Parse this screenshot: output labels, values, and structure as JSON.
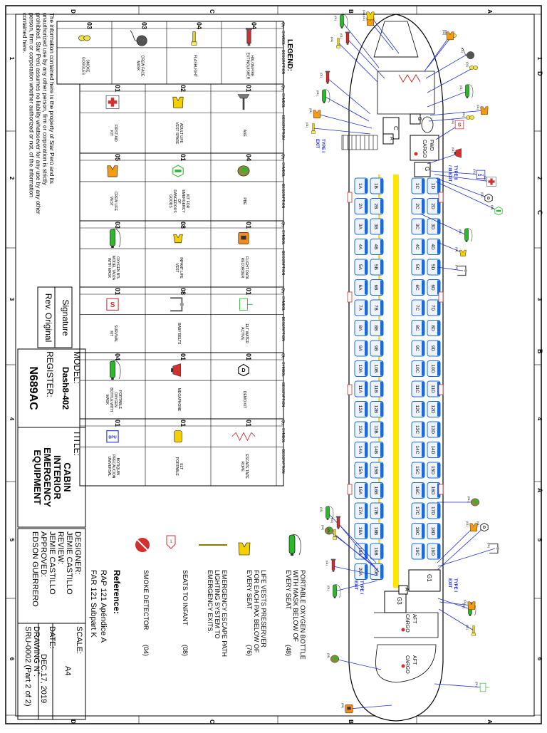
{
  "frame": {
    "right_labels": [
      "A",
      "B",
      "C",
      "D"
    ],
    "left_labels": [
      "A",
      "B",
      "C",
      "D"
    ],
    "numbers": [
      "1",
      "2",
      "3",
      "4",
      "5",
      "6"
    ]
  },
  "legend": {
    "title": "LEGEND:",
    "header": {
      "qty": "Qty",
      "symbol": "SYMBOL",
      "description": "DESCRIPTION"
    },
    "blocks": [
      {
        "items": [
          {
            "qty": "04",
            "desc": "HALON FIRE EXTINGUISHER",
            "icon": "halon-extinguisher"
          },
          {
            "qty": "04",
            "desc": "FLASHLIGHT",
            "icon": "flashlight"
          },
          {
            "qty": "03",
            "desc": "CREW FACE MASK",
            "icon": "crew-face-mask"
          },
          {
            "qty": "03",
            "desc": "SMOKE GOGGLES",
            "icon": "smoke-goggles"
          }
        ]
      },
      {
        "items": [
          {
            "qty": "01",
            "desc": "AXE",
            "icon": "axe"
          },
          {
            "qty": "02",
            "desc": "ADULT LIFE VEST SPARE",
            "icon": "adult-life-vest"
          },
          {
            "qty": "01",
            "desc": "FIRST AID KIT",
            "icon": "first-aid-kit"
          }
        ]
      },
      {
        "items": [
          {
            "qty": "04",
            "desc": "PBE",
            "icon": "pbe"
          },
          {
            "qty": "01",
            "desc": "KIT FOR EMERGENCY OF DANGEROUS GOODS",
            "icon": "dangerous-goods-kit"
          },
          {
            "qty": "05",
            "desc": "CREW LIFE VEST",
            "icon": "crew-life-vest"
          }
        ]
      },
      {
        "items": [
          {
            "qty": "01",
            "desc": "FLIGHT DATA RECORDER",
            "icon": "flight-data-recorder"
          },
          {
            "qty": "08",
            "desc": "INFANT LIFE VEST",
            "icon": "infant-life-vest"
          },
          {
            "qty": "03",
            "desc": "OXYGEN BTL MODEL 7A02A WITH MASK",
            "icon": "oxygen-bottle-mask"
          }
        ]
      },
      {
        "items": [
          {
            "qty": "01",
            "desc": "ELT WATER ACTIVE",
            "icon": "elt-water"
          },
          {
            "qty": "08",
            "desc": "BABY BELTS",
            "icon": "baby-belt"
          },
          {
            "qty": "01",
            "desc": "SURVIVAL KIT",
            "icon": "survival-kit"
          }
        ]
      },
      {
        "items": [
          {
            "qty": "01",
            "desc": "DEMO KIT",
            "icon": "demo-kit"
          },
          {
            "qty": "01",
            "desc": "MEGAPHONE",
            "icon": "megaphone"
          },
          {
            "qty": "04",
            "desc": "PORTABLE OXYGEN BOTTLE WITH MASK",
            "icon": "portable-oxygen"
          }
        ]
      },
      {
        "items": [
          {
            "qty": "01",
            "desc": "ESCAPE TAPE ROPE",
            "icon": "escape-rope"
          },
          {
            "qty": "01",
            "desc": "ELT PORTABLE",
            "icon": "elt-portable"
          },
          {
            "qty": "01",
            "desc": "BOTIQUIN PRECAUCION UNIVERSAL",
            "icon": "bpu-kit"
          }
        ]
      }
    ]
  },
  "notice": "The information contained here is the property of Star Perú and its unauthorized use by any other person, firm or corporation is strictly prohibited. Star Perú assumes no liability whatsoever for any use by any other person, firm or corporation whether authorized or not, of the information contained here.",
  "signature": {
    "label": "Signature",
    "rev": "Rev. Original"
  },
  "model": {
    "label": "MODEL:",
    "value": "Dash8-402",
    "register_label": "REGISTER:",
    "register": "N689AC"
  },
  "title": {
    "label": "TITLE:",
    "lines": [
      "CABIN",
      "INTERIOR",
      "EMERGENCY",
      "EQUIPMENT"
    ]
  },
  "titleblock": {
    "designer_label": "DESIGNER:",
    "designer": "JEMIE CASTILLO",
    "review_label": "REVIEW:",
    "review": "JEMIE CASTILLO",
    "approved_label": "APPROVED:",
    "approved": "EDSON GUERRERO",
    "scale_label": "SCALE:",
    "scale": "A4",
    "date_label": "DATE:",
    "date": "DEC.17, 2019",
    "drawing_label": "DRAWING N°:",
    "drawing": "SRU-0002 (Part 2 of 2)"
  },
  "notes": [
    {
      "icon": "portable-oxygen",
      "text": "PORTABLE OXYGEN BOTTLE WITH MASK BELOW OF EVERY SEAT",
      "count": "(48)"
    },
    {
      "icon": "adult-life-vest",
      "text": "LIFE VESTS PRESERVER FOR EACH PAX BELOW OF EVERY SEAT",
      "count": "(76)"
    },
    {
      "icon": "escape-path",
      "text": "EMERGENCY ESCAPE PATH LIGHTING SYSTEM TO EMERGENCY EXITS.",
      "count": ""
    },
    {
      "icon": "seat-infant",
      "text": "SEATS TO INFANT",
      "count": "(08)"
    },
    {
      "icon": "smoke-detector",
      "text": "SMOKE DETECTOR",
      "count": "(04)"
    }
  ],
  "reference": {
    "title": "Reference:",
    "lines": [
      "RAP 121 Apéndice A",
      "FAR 121 Subpart K"
    ]
  },
  "cabin": {
    "rows": [
      "1",
      "2",
      "3",
      "4",
      "5",
      "6",
      "7",
      "8",
      "9",
      "10",
      "11",
      "12",
      "13",
      "14",
      "15",
      "16",
      "17",
      "18",
      "19",
      "20"
    ],
    "columns": [
      "A",
      "B",
      "C",
      "D"
    ],
    "fwd_cargo": "FWD CARGO",
    "aft_cargo_1": "AFT CARGO",
    "aft_cargo_2": "AFT CARGO",
    "galleys": {
      "g_fwd": "G",
      "g_fwd2": "G",
      "g3": "G3",
      "g1": "G1",
      "a_fwd": "A",
      "c_fwd": "C",
      "a_aft": "A"
    },
    "exits": [
      {
        "label": "TYPE I EXIT",
        "pos": "fwd-left"
      },
      {
        "label": "TYPE II / III EXIT",
        "pos": "fwd-right"
      },
      {
        "label": "TYPE I EXIT",
        "pos": "aft-left"
      },
      {
        "label": "TYPE I EXIT",
        "pos": "aft-right"
      }
    ],
    "equipment_qty": "(01)",
    "colors": {
      "seat": "#1a6bd6",
      "aisle": "#ffe600",
      "line": "#1f2fcf",
      "vest": "#f39c12",
      "oxygen": "#2bb82b",
      "red": "#d32f2f"
    }
  }
}
